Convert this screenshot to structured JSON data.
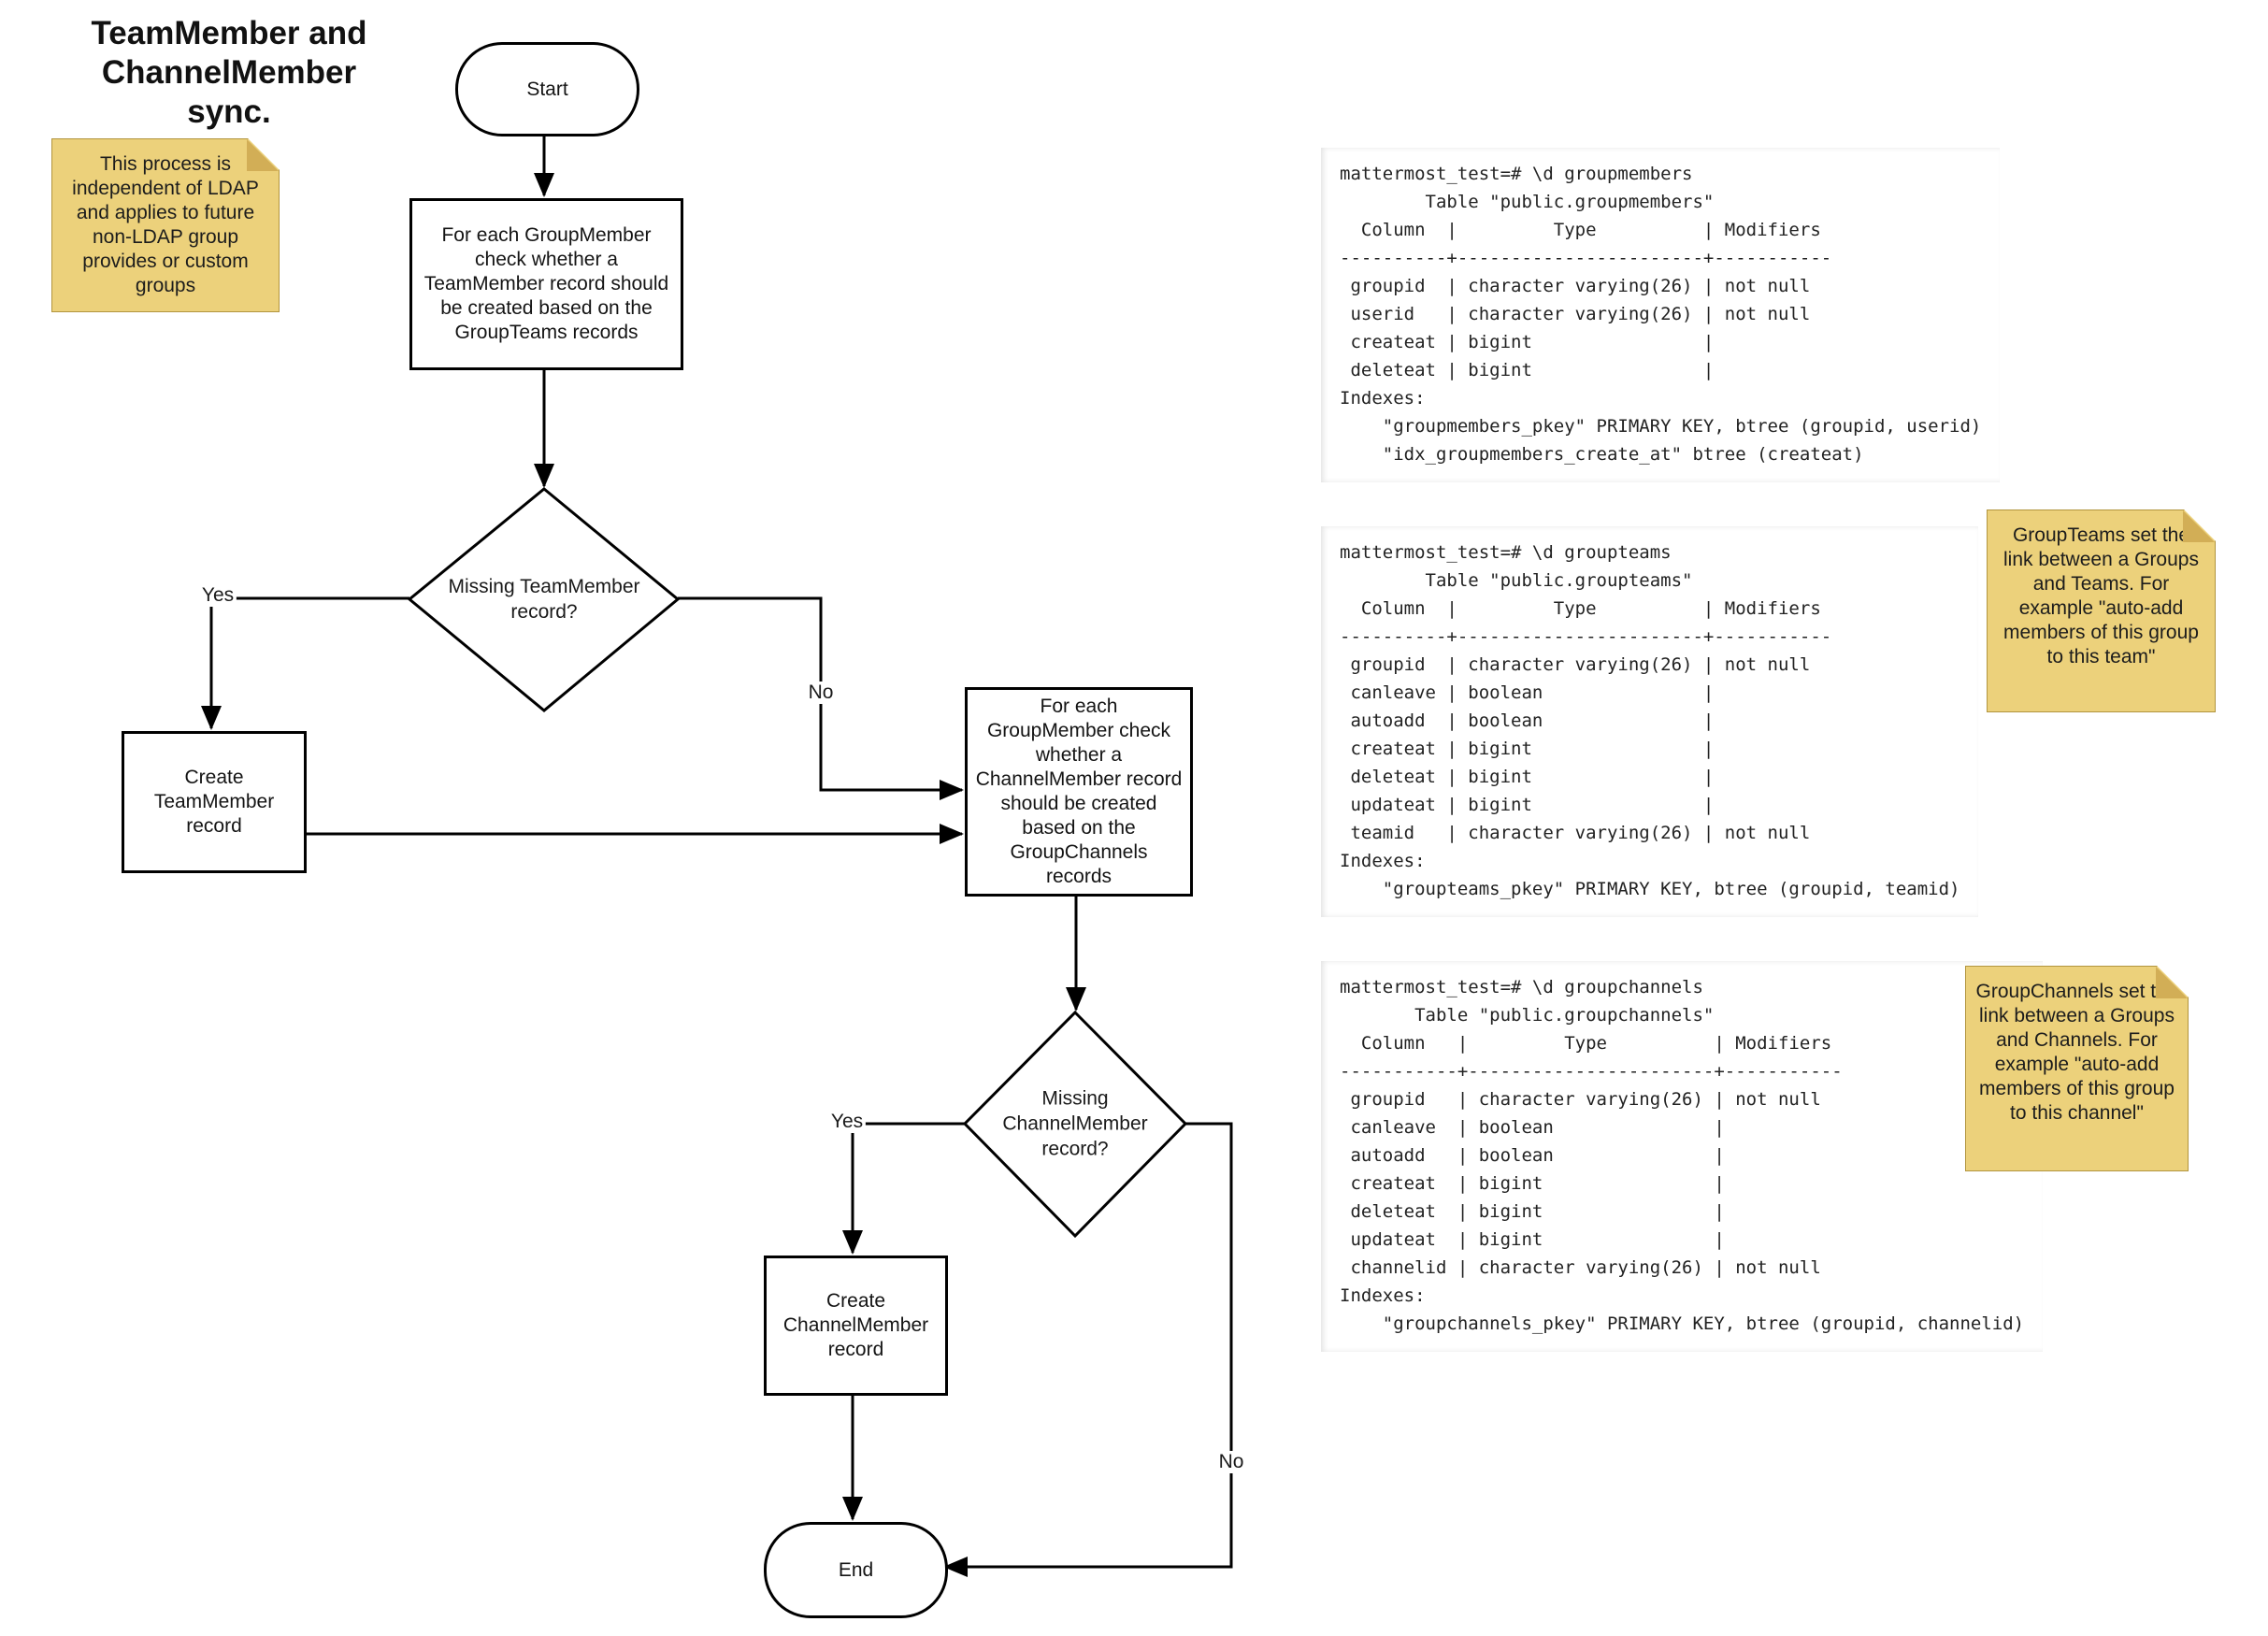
{
  "title": "TeamMember and\nChannelMember sync.",
  "notes": [
    {
      "text": "This process is\nindependent of LDAP\nand applies to future\nnon-LDAP group\nprovides or custom\ngroups"
    },
    {
      "text": "GroupTeams set the\nlink between a Groups\nand Teams. For\nexample \"auto-add\nmembers of this group\nto this team\""
    },
    {
      "text": "GroupChannels set the\nlink between a Groups\nand Channels. For\nexample \"auto-add\nmembers of this group\nto this channel\""
    }
  ],
  "flowchart": {
    "start_label": "Start",
    "process1": "For each GroupMember\ncheck whether a\nTeamMember record should\nbe created based on the\nGroupTeams records",
    "decision1": "Missing TeamMember\nrecord?",
    "create_team": "Create\nTeamMember\nrecord",
    "process2": "For each\nGroupMember check\nwhether a\nChannelMember record\nshould be created\nbased on the\nGroupChannels\nrecords",
    "decision2": "Missing\nChannelMember\nrecord?",
    "create_channel": "Create\nChannelMember\nrecord",
    "end_label": "End",
    "labels": {
      "yes1": "Yes",
      "no1": "No",
      "yes2": "Yes",
      "no2": "No"
    }
  },
  "code_blocks": [
    {
      "lines": [
        "mattermost_test=# \\d groupmembers",
        "        Table \"public.groupmembers\"",
        "  Column  |         Type          | Modifiers",
        "----------+-----------------------+-----------",
        " groupid  | character varying(26) | not null",
        " userid   | character varying(26) | not null",
        " createat | bigint                |",
        " deleteat | bigint                |",
        "Indexes:",
        "    \"groupmembers_pkey\" PRIMARY KEY, btree (groupid, userid)",
        "    \"idx_groupmembers_create_at\" btree (createat)"
      ]
    },
    {
      "lines": [
        "mattermost_test=# \\d groupteams",
        "        Table \"public.groupteams\"",
        "  Column  |         Type          | Modifiers",
        "----------+-----------------------+-----------",
        " groupid  | character varying(26) | not null",
        " canleave | boolean               |",
        " autoadd  | boolean               |",
        " createat | bigint                |",
        " deleteat | bigint                |",
        " updateat | bigint                |",
        " teamid   | character varying(26) | not null",
        "Indexes:",
        "    \"groupteams_pkey\" PRIMARY KEY, btree (groupid, teamid)"
      ]
    },
    {
      "lines": [
        "mattermost_test=# \\d groupchannels",
        "       Table \"public.groupchannels\"",
        "  Column   |         Type          | Modifiers",
        "-----------+-----------------------+-----------",
        " groupid   | character varying(26) | not null",
        " canleave  | boolean               |",
        " autoadd   | boolean               |",
        " createat  | bigint                |",
        " deleteat  | bigint                |",
        " updateat  | bigint                |",
        " channelid | character varying(26) | not null",
        "Indexes:",
        "    \"groupchannels_pkey\" PRIMARY KEY, btree (groupid, channelid)"
      ]
    }
  ],
  "colors": {
    "note_fill": "#ecd17b",
    "note_fold": "#d2ae56",
    "stroke": "#000000",
    "code_bg": "#f8f8f8"
  }
}
